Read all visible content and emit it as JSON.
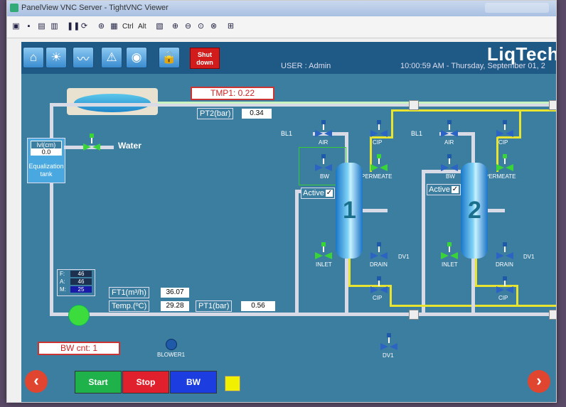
{
  "window": {
    "title": "PanelView VNC Server - TightVNC Viewer"
  },
  "toolbar": {
    "ctrl_label": "Ctrl",
    "alt_label": "Alt"
  },
  "nav": {
    "shutdown_line1": "Shut",
    "shutdown_line2": "down",
    "user": "USER : Admin",
    "clock": "10:00:59 AM  -  Thursday, September 01, 2",
    "brand": "LiqTech"
  },
  "tmp1": "TMP1: 0.22",
  "pt2": {
    "label": "PT2(bar)",
    "value": "0.34"
  },
  "tank": {
    "level_label": "lvl(cm)",
    "level_value": "0.0",
    "label_line1": "Equalization",
    "label_line2": "tank"
  },
  "water_label": "Water",
  "columns": [
    {
      "number": "1",
      "bl_label": "BL1",
      "air": "AIR",
      "cip_top": "CIP",
      "bw": "BW",
      "permeate": "PERMEATE",
      "active_label": "Active",
      "inlet": "INLET",
      "drain": "DRAIN",
      "dv": "DV1",
      "cip_bottom": "CIP"
    },
    {
      "number": "2",
      "bl_label": "BL1",
      "air": "AIR",
      "cip_top": "CIP",
      "bw": "BW",
      "permeate": "PERMEATE",
      "active_label": "Active",
      "inlet": "INLET",
      "drain": "DRAIN",
      "dv": "DV1",
      "cip_bottom": "CIP"
    }
  ],
  "fam": {
    "f_label": "F:",
    "f_value": "46",
    "a_label": "A:",
    "a_value": "46",
    "m_label": "M:",
    "m_value": "25"
  },
  "ft1": {
    "label": "FT1(m³/h)",
    "value": "36.07"
  },
  "temp": {
    "label": "Temp.(ºC)",
    "value": "29.28"
  },
  "pt1": {
    "label": "PT1(bar)",
    "value": "0.56"
  },
  "bw_cnt": "BW cnt: 1",
  "blower": "BLOWER1",
  "dv1_bottom": "DV1",
  "buttons": {
    "start": "Start",
    "stop": "Stop",
    "bw": "BW",
    "prev": "‹",
    "next": "›"
  },
  "colors": {
    "panel": "#3c7ea0",
    "navbar": "#1f5a86",
    "start": "#1fb24a",
    "stop": "#e0202c",
    "bw": "#1c3ee0",
    "indicator": "#f0f000"
  }
}
